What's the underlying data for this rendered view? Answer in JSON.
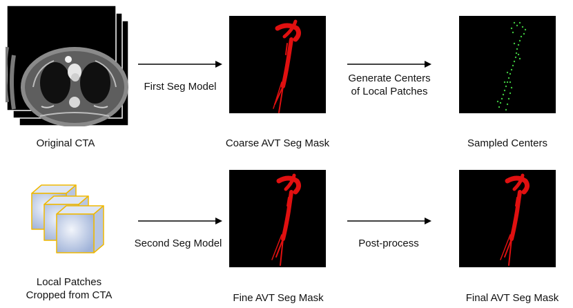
{
  "nodes": {
    "original_cta": "Original CTA",
    "coarse_mask": "Coarse AVT Seg Mask",
    "sampled_centers": "Sampled Centers",
    "local_patches_line1": "Local Patches",
    "local_patches_line2": "Cropped from CTA",
    "fine_mask": "Fine AVT Seg Mask",
    "final_mask": "Final AVT Seg Mask"
  },
  "edges": {
    "first_seg_model": "First Seg Model",
    "generate_centers_line1": "Generate Centers",
    "generate_centers_line2": "of Local Patches",
    "second_seg_model": "Second Seg Model",
    "post_process": "Post-process"
  },
  "colors": {
    "mask_red": "#e01010",
    "center_green": "#3fc83f",
    "patch_fill": "#cdd8ee",
    "patch_border": "#f0b800",
    "background": "#000000"
  }
}
